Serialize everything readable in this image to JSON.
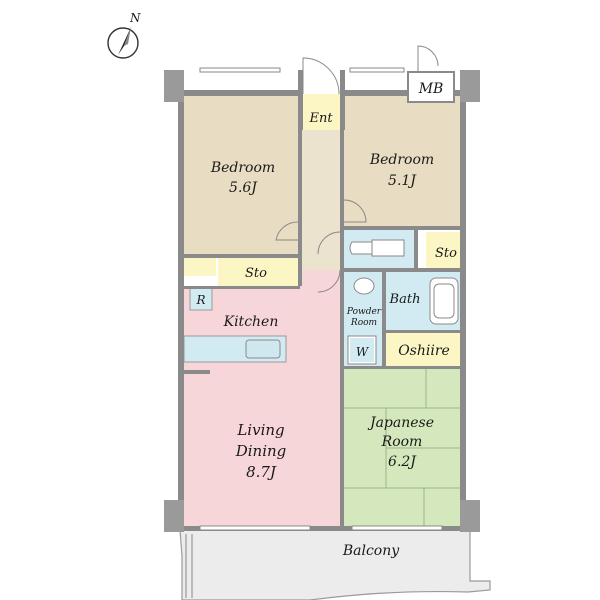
{
  "compass": {
    "label": "N"
  },
  "rooms": {
    "bedroom_left": {
      "name": "Bedroom",
      "size": "5.6J"
    },
    "bedroom_right": {
      "name": "Bedroom",
      "size": "5.1J"
    },
    "entrance": {
      "name": "Ent"
    },
    "meter_box": {
      "name": "MB"
    },
    "storage_left": {
      "name": "Sto"
    },
    "storage_right": {
      "name": "Sto"
    },
    "refrigerator": {
      "name": "R"
    },
    "kitchen": {
      "name": "Kitchen"
    },
    "bath": {
      "name": "Bath"
    },
    "powder_room": {
      "line1": "Powder",
      "line2": "Room"
    },
    "washer": {
      "name": "W"
    },
    "oshiire": {
      "name": "Oshiire"
    },
    "living_dining": {
      "line1": "Living",
      "line2": "Dining",
      "size": "8.7J"
    },
    "japanese_room": {
      "line1": "Japanese",
      "line2": "Room",
      "size": "6.2J"
    },
    "balcony": {
      "name": "Balcony"
    }
  },
  "colors": {
    "bedroom": "#e8dcc2",
    "corridor": "#ece3cf",
    "living": "#f7d6d9",
    "japanese": "#d5e8bd",
    "wet_area": "#d2ebf2",
    "storage": "#fbf6c4",
    "balcony": "#ececec",
    "wall": "#8a8a8a"
  }
}
